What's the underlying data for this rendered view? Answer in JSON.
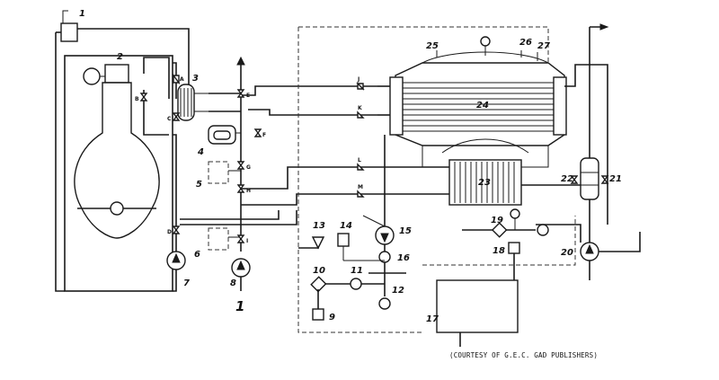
{
  "figure_number": "1",
  "credit": "(COURTESY OF G.E.C. GAD PUBLISHERS)",
  "component_numbers": [
    "1",
    "2",
    "3",
    "4",
    "5",
    "6",
    "7",
    "8",
    "9",
    "10",
    "11",
    "12",
    "13",
    "14",
    "15",
    "16",
    "17",
    "18",
    "19",
    "20",
    "21",
    "22",
    "23",
    "24",
    "25",
    "26",
    "27"
  ],
  "valve_letters": [
    "A",
    "B",
    "C",
    "D",
    "E",
    "F",
    "G",
    "H",
    "I",
    "J",
    "K",
    "L",
    "M"
  ]
}
